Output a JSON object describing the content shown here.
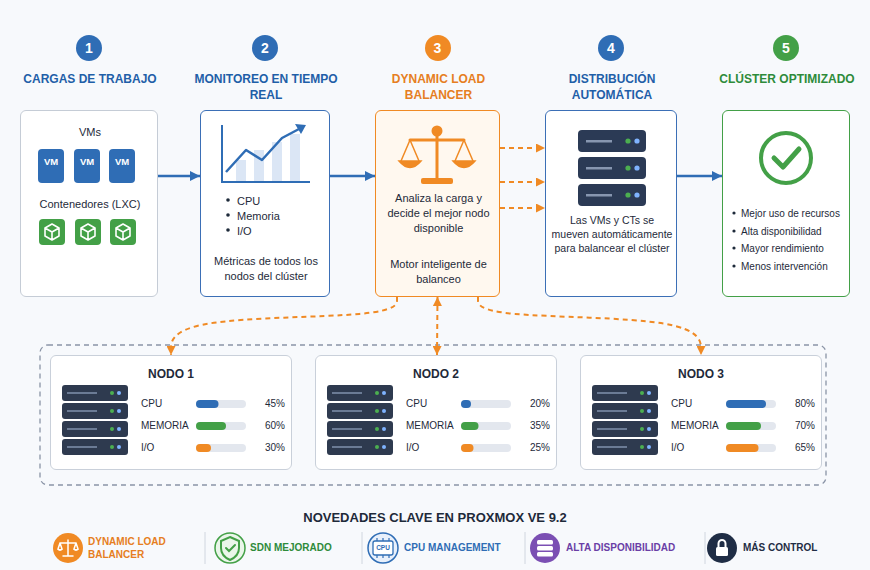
{
  "diagram": {
    "nodes": [
      {
        "text": [
          "1"
        ]
      },
      {
        "text": [
          "CARGAS DE TRABAJO",
          "VMs",
          "Contenedores (LXC)"
        ]
      },
      {
        "text": [
          "VM"
        ],
        "in": 1
      },
      {
        "text": [
          "VM"
        ],
        "in": 1
      },
      {
        "text": [
          "VM"
        ],
        "in": 1
      },
      {
        "text": [
          "2"
        ]
      },
      {
        "text": [
          "MONITOREO EN TIEMPO REAL",
          "CPU",
          "Memoria",
          "I/O",
          "Métricas de todos los nodos del clúster"
        ]
      },
      {
        "text": [
          "3"
        ]
      },
      {
        "text": [
          "DYNAMIC LOAD BALANCER",
          "Analiza la carga y decide el mejor nodo disponible",
          "Motor inteligente de balanceo"
        ]
      },
      {
        "text": [
          "4"
        ]
      },
      {
        "text": [
          "DISTRIBUCIÓN AUTOMÁTICA",
          "Las VMs y CTs se mueven automáticamente para balancear el clúster"
        ]
      },
      {
        "text": [
          "5"
        ]
      },
      {
        "text": [
          "CLÚSTER OPTIMIZADO",
          "Mejor uso de recursos",
          "Alta disponibilidad",
          "Mayor rendimiento",
          "Menos intervención"
        ]
      },
      {
        "text": [
          "NODO 1",
          "CPU",
          "45%",
          "MEMORIA",
          "60%",
          "I/O",
          "30%"
        ]
      },
      {
        "text": [
          "NODO 2",
          "CPU",
          "20%",
          "MEMORIA",
          "35%",
          "I/O",
          "25%"
        ]
      },
      {
        "text": [
          "NODO 3",
          "CPU",
          "80%",
          "MEMORIA",
          "70%",
          "I/O",
          "65%"
        ]
      }
    ],
    "edges": [
      {
        "from": 1,
        "to": 6,
        "arrow": "to"
      },
      {
        "from": 6,
        "to": 8,
        "arrow": "to"
      },
      {
        "from": 8,
        "to": 10,
        "arrow": "to"
      },
      {
        "from": 8,
        "to": 10,
        "arrow": "to"
      },
      {
        "from": 8,
        "to": 10,
        "arrow": "to"
      },
      {
        "from": 10,
        "to": 12,
        "arrow": "to"
      },
      {
        "from": 8,
        "to": 13,
        "arrow": "to"
      },
      {
        "from": 8,
        "to": 14,
        "arrow": "both"
      },
      {
        "from": 8,
        "to": 15,
        "arrow": "to"
      }
    ],
    "labels": [
      "NOVEDADES CLAVE EN PROXMOX VE 9.2",
      "DYNAMIC LOAD BALANCER",
      "SDN MEJORADO",
      "CPU",
      "CPU MANAGEMENT",
      "ALTA DISPONIBILIDAD",
      "MÁS CONTROL"
    ]
  }
}
